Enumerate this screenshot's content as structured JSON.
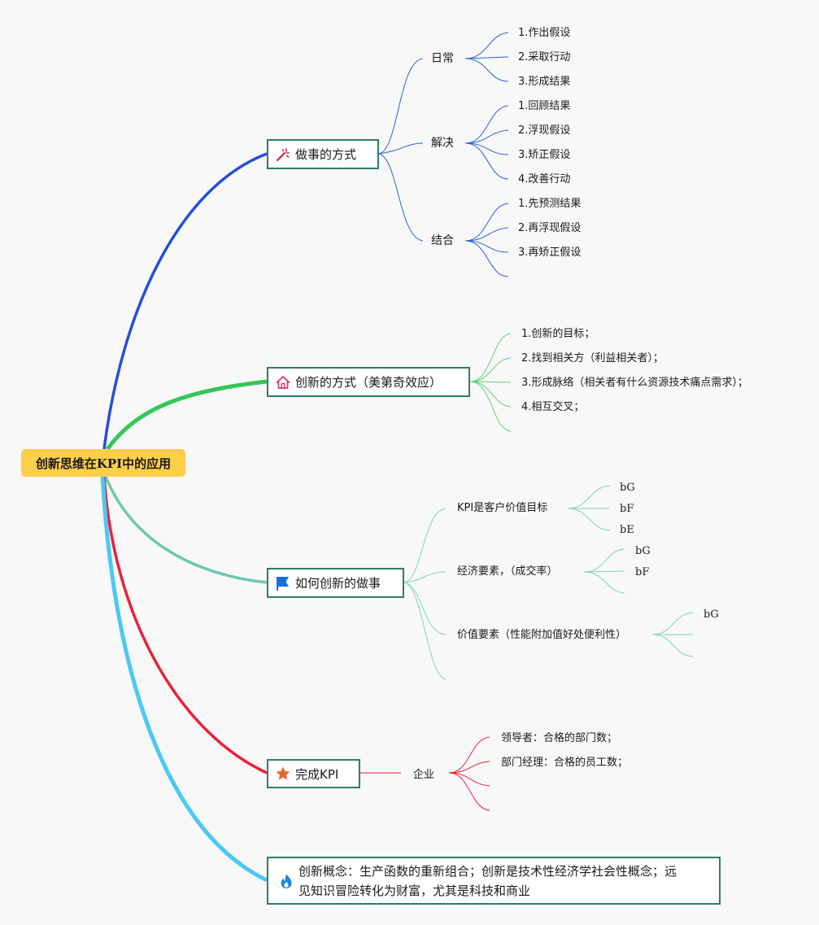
{
  "root": {
    "label": "创新思维在KPI中的应用"
  },
  "branches": {
    "way_of_doing": {
      "label": "做事的方式",
      "icon": "magic-wand-icon",
      "color": "#2450d6",
      "groups": {
        "daily": {
          "label": "日常",
          "items": [
            "1.作出假设",
            "2.采取行动",
            "3.形成结果"
          ]
        },
        "solve": {
          "label": "解决",
          "items": [
            "1.回顾结果",
            "2.浮现假设",
            "3.矫正假设",
            "4.改善行动"
          ]
        },
        "combine": {
          "label": "结合",
          "items": [
            "1.先预测结果",
            "2.再浮现假设",
            "3.再矫正假设"
          ]
        }
      }
    },
    "way_of_innovation": {
      "label": "创新的方式（美第奇效应）",
      "icon": "house-icon",
      "color": "#34c759",
      "items": [
        "1.创新的目标；",
        "2.找到相关方（利益相关者）；",
        "3.形成脉络（相关者有什么资源技术痛点需求）；",
        "4.相互交叉；"
      ]
    },
    "how_to_innovate": {
      "label": "如何创新的做事",
      "icon": "flag-icon",
      "color": "#6cc8b0",
      "groups": {
        "kpi": {
          "label": "KPI是客户价值目标",
          "items": [
            "bG",
            "bF",
            "bE"
          ]
        },
        "economic": {
          "label": "经济要素，（成交率）",
          "items": [
            "bG",
            "bF"
          ]
        },
        "value": {
          "label": "价值要素（性能附加值好处便利性）",
          "items": [
            "bG"
          ]
        }
      }
    },
    "complete_kpi": {
      "label": "完成KPI",
      "icon": "star-icon",
      "color": "#e8223c",
      "groups": {
        "enterprise": {
          "label": "企业",
          "items": [
            "领导者：合格的部门数；",
            "部门经理：合格的员工数；"
          ]
        }
      }
    },
    "concept": {
      "label_line1": "创新概念：生产函数的重新组合；创新是技术性经济学社会性概念；远",
      "label_line2": "见知识冒险转化为财富，尤其是科技和商业",
      "icon": "flame-icon",
      "color": "#4cc8f4"
    }
  }
}
